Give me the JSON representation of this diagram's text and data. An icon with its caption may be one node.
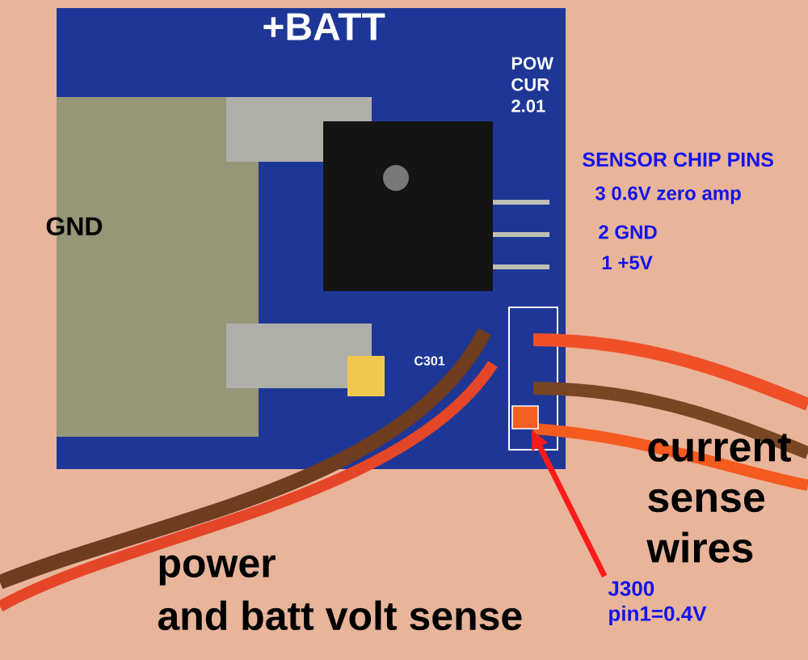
{
  "diagram": {
    "nodes": [
      {
        "text": [
          "J300 pin1=0.4V"
        ]
      },
      {
        "text": [],
        "shape": "box"
      }
    ],
    "edges": [
      {
        "from": 0,
        "to": 1,
        "arrow": "to",
        "color": "#ff1a1a"
      }
    ],
    "labels": [
      "+BATT",
      "POW CUR 2.01",
      "GND",
      "SENSOR CHIP PINS",
      "3  0.6V zero amp",
      "2 GND",
      "1 +5V",
      "C301",
      "current sense wires",
      "power",
      "and batt volt sense"
    ]
  }
}
